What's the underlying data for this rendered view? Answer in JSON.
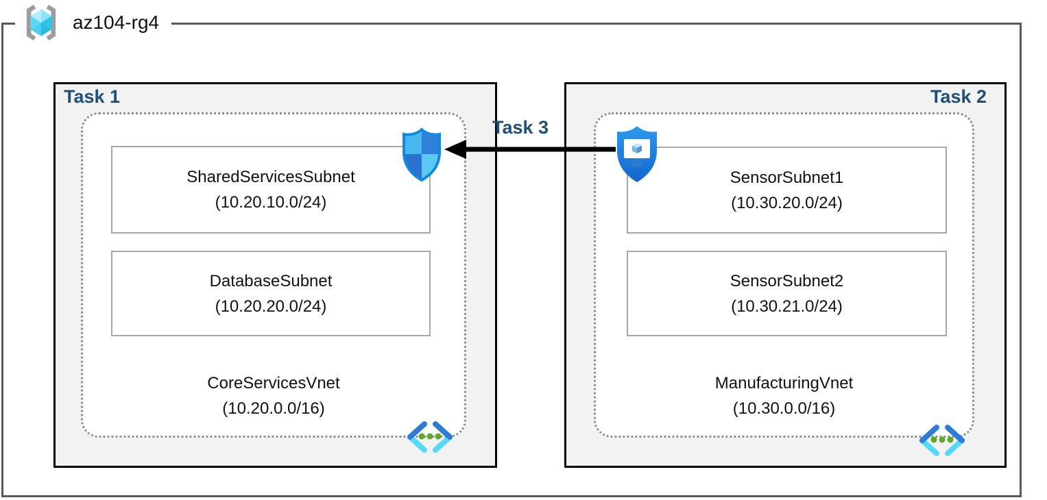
{
  "resource_group": {
    "name": "az104-rg4",
    "icon": "resource-group-icon"
  },
  "tasks": {
    "task1_label": "Task 1",
    "task2_label": "Task 2",
    "task3_label": "Task 3"
  },
  "vnets": [
    {
      "name": "CoreServicesVnet",
      "cidr": "(10.20.0.0/16)",
      "icon": "virtual-network-icon",
      "subnets": [
        {
          "name": "SharedServicesSubnet",
          "cidr": "(10.20.10.0/24)"
        },
        {
          "name": "DatabaseSubnet",
          "cidr": "(10.20.20.0/24)"
        }
      ]
    },
    {
      "name": "ManufacturingVnet",
      "cidr": "(10.30.0.0/16)",
      "icon": "virtual-network-icon",
      "subnets": [
        {
          "name": "SensorSubnet1",
          "cidr": "(10.30.20.0/24)"
        },
        {
          "name": "SensorSubnet2",
          "cidr": "(10.30.21.0/24)"
        }
      ]
    }
  ],
  "connections": [
    {
      "label": "Task 3",
      "from_icon": "application-security-group-icon",
      "to_icon": "network-security-group-shield-icon",
      "direction": "right-to-left"
    }
  ],
  "colors": {
    "frame_border": "#595959",
    "task_box_border": "#000000",
    "task_box_fill": "#f2f2f2",
    "vnet_dotted_border": "#8f8f8f",
    "subnet_border": "#a6a6a6",
    "accent_navy": "#1f4e79",
    "arrow_black": "#000000",
    "azure_blue": "#1388e2",
    "azure_cyan": "#50d7f5",
    "dot_green": "#60a829"
  }
}
